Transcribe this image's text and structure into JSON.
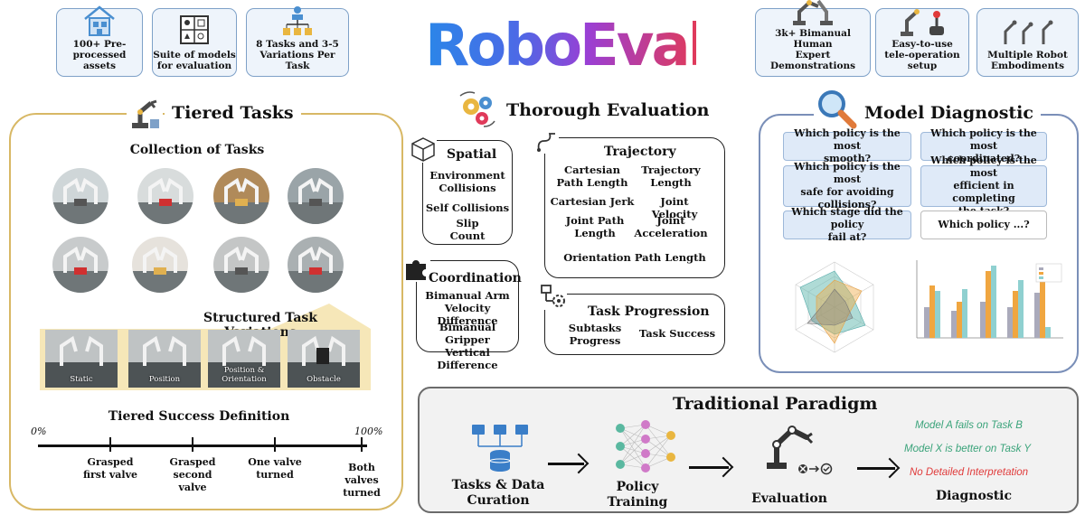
{
  "logo": "RoboEval",
  "features_left": [
    {
      "label": "100+ Pre-\nprocessed assets",
      "icon": "house-icon"
    },
    {
      "label": "Suite of models\nfor evaluation",
      "icon": "model-grid-icon"
    },
    {
      "label": "8 Tasks and 3-5\nVariations Per Task",
      "icon": "task-tree-icon"
    }
  ],
  "features_right": [
    {
      "label": "3k+ Bimanual Human\nExpert Demonstrations",
      "icon": "robot-arms-icon"
    },
    {
      "label": "Easy-to-use\ntele-operation setup",
      "icon": "teleop-icon"
    },
    {
      "label": "Multiple Robot\nEmbodiments",
      "icon": "robots-icon"
    }
  ],
  "tiered": {
    "title": "Tiered Tasks",
    "collection_title": "Collection of Tasks",
    "variations_title": "Structured Task Variations",
    "variations": [
      "Static",
      "Position",
      "Position &\nOrientation",
      "Obstacle"
    ],
    "success_title": "Tiered Success Definition",
    "scale_start": "0%",
    "scale_end": "100%",
    "milestones": [
      "Grasped\nfirst valve",
      "Grasped\nsecond\nvalve",
      "One valve\nturned",
      "Both\nvalves\nturned"
    ]
  },
  "evaluation": {
    "title": "Thorough Evaluation",
    "spatial": {
      "title": "Spatial",
      "items": [
        "Environment\nCollisions",
        "Self Collisions",
        "Slip\nCount"
      ]
    },
    "trajectory": {
      "title": "Trajectory",
      "items": [
        "Cartesian\nPath Length",
        "Trajectory\nLength",
        "Cartesian Jerk",
        "Joint Velocity",
        "Joint Path\nLength",
        "Joint\nAcceleration",
        "Orientation Path Length"
      ]
    },
    "coordination": {
      "title": "Coordination",
      "items": [
        "Bimanual Arm\nVelocity Difference",
        "Bimanual Gripper\nVertical Difference"
      ]
    },
    "progression": {
      "title": "Task Progression",
      "items": [
        "Subtasks\nProgress",
        "Task Success"
      ]
    }
  },
  "diagnostic": {
    "title": "Model Diagnostic",
    "questions": [
      "Which policy is the most\nsmooth?",
      "Which policy is the most\ncoordinated?",
      "Which policy is the most\nsafe for avoiding\ncollisions?",
      "Which policy is the most\nefficient in completing\nthe task?",
      "Which stage did the policy\nfail at?",
      "Which policy ...?"
    ]
  },
  "traditional": {
    "title": "Traditional Paradigm",
    "steps": [
      "Tasks & Data\nCuration",
      "Policy\nTraining",
      "Evaluation",
      "Diagnostic"
    ],
    "outcomes": [
      {
        "text": "Model A fails on Task B",
        "color": "#3aa37a"
      },
      {
        "text": "Model X is better on Task Y",
        "color": "#3aa37a"
      },
      {
        "text": "No Detailed Interpretation",
        "color": "#e03a3a"
      }
    ]
  },
  "colors": {
    "gold": "#d8b865",
    "blue_border": "#7a8fb8",
    "question_fill": "#dfeaf8"
  }
}
